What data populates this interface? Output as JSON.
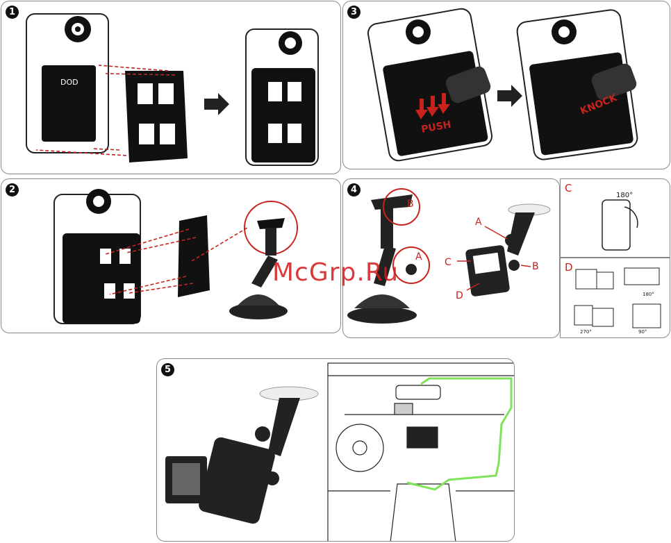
{
  "panels": {
    "p1": {
      "num": "1"
    },
    "p2": {
      "num": "2"
    },
    "p3": {
      "num": "3",
      "push": "PUSH",
      "knock": "KNOCK"
    },
    "p4": {
      "num": "4",
      "a": "A",
      "b": "B",
      "c": "C",
      "d": "D"
    },
    "p4c": {
      "label": "C",
      "angle": "180°"
    },
    "p4d": {
      "label": "D",
      "a1": "180°",
      "a2": "270°",
      "a3": "180°",
      "a4": "90°"
    },
    "p5": {
      "num": "5"
    }
  },
  "brand": "DOD",
  "watermark": "McGrp.Ru",
  "colors": {
    "accent": "#c8221d",
    "cable": "#7fe35a",
    "outline": "#8a8a8a"
  }
}
